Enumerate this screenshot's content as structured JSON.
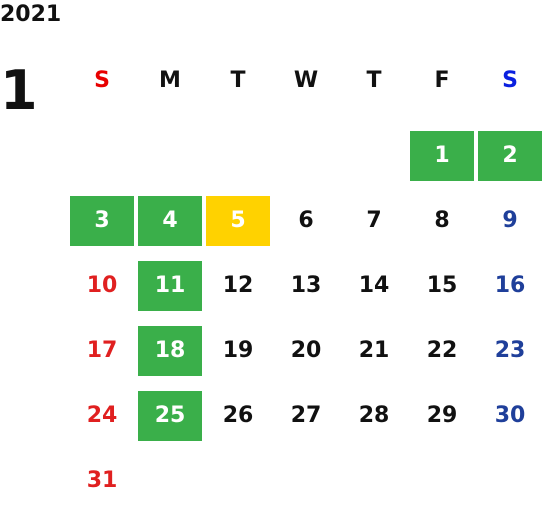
{
  "year": "2021",
  "month": "1",
  "weekdays": [
    "S",
    "M",
    "T",
    "W",
    "T",
    "F",
    "S"
  ],
  "days": [
    {
      "label": "1",
      "col": 6,
      "row": 1,
      "mark": "green"
    },
    {
      "label": "2",
      "col": 7,
      "row": 1,
      "mark": "green"
    },
    {
      "label": "3",
      "col": 1,
      "row": 2,
      "mark": "green"
    },
    {
      "label": "4",
      "col": 2,
      "row": 2,
      "mark": "green"
    },
    {
      "label": "5",
      "col": 3,
      "row": 2,
      "mark": "yellow"
    },
    {
      "label": "6",
      "col": 4,
      "row": 2,
      "mark": ""
    },
    {
      "label": "7",
      "col": 5,
      "row": 2,
      "mark": ""
    },
    {
      "label": "8",
      "col": 6,
      "row": 2,
      "mark": ""
    },
    {
      "label": "9",
      "col": 7,
      "row": 2,
      "mark": ""
    },
    {
      "label": "10",
      "col": 1,
      "row": 3,
      "mark": ""
    },
    {
      "label": "11",
      "col": 2,
      "row": 3,
      "mark": "green"
    },
    {
      "label": "12",
      "col": 3,
      "row": 3,
      "mark": ""
    },
    {
      "label": "13",
      "col": 4,
      "row": 3,
      "mark": ""
    },
    {
      "label": "14",
      "col": 5,
      "row": 3,
      "mark": ""
    },
    {
      "label": "15",
      "col": 6,
      "row": 3,
      "mark": ""
    },
    {
      "label": "16",
      "col": 7,
      "row": 3,
      "mark": ""
    },
    {
      "label": "17",
      "col": 1,
      "row": 4,
      "mark": ""
    },
    {
      "label": "18",
      "col": 2,
      "row": 4,
      "mark": "green"
    },
    {
      "label": "19",
      "col": 3,
      "row": 4,
      "mark": ""
    },
    {
      "label": "20",
      "col": 4,
      "row": 4,
      "mark": ""
    },
    {
      "label": "21",
      "col": 5,
      "row": 4,
      "mark": ""
    },
    {
      "label": "22",
      "col": 6,
      "row": 4,
      "mark": ""
    },
    {
      "label": "23",
      "col": 7,
      "row": 4,
      "mark": ""
    },
    {
      "label": "24",
      "col": 1,
      "row": 5,
      "mark": ""
    },
    {
      "label": "25",
      "col": 2,
      "row": 5,
      "mark": "green"
    },
    {
      "label": "26",
      "col": 3,
      "row": 5,
      "mark": ""
    },
    {
      "label": "27",
      "col": 4,
      "row": 5,
      "mark": ""
    },
    {
      "label": "28",
      "col": 5,
      "row": 5,
      "mark": ""
    },
    {
      "label": "29",
      "col": 6,
      "row": 5,
      "mark": ""
    },
    {
      "label": "30",
      "col": 7,
      "row": 5,
      "mark": ""
    },
    {
      "label": "31",
      "col": 1,
      "row": 6,
      "mark": ""
    }
  ],
  "colors": {
    "green": "#3aaf4a",
    "yellow": "#ffd200",
    "sunday": "#e02020",
    "saturday": "#1f3f9a"
  }
}
